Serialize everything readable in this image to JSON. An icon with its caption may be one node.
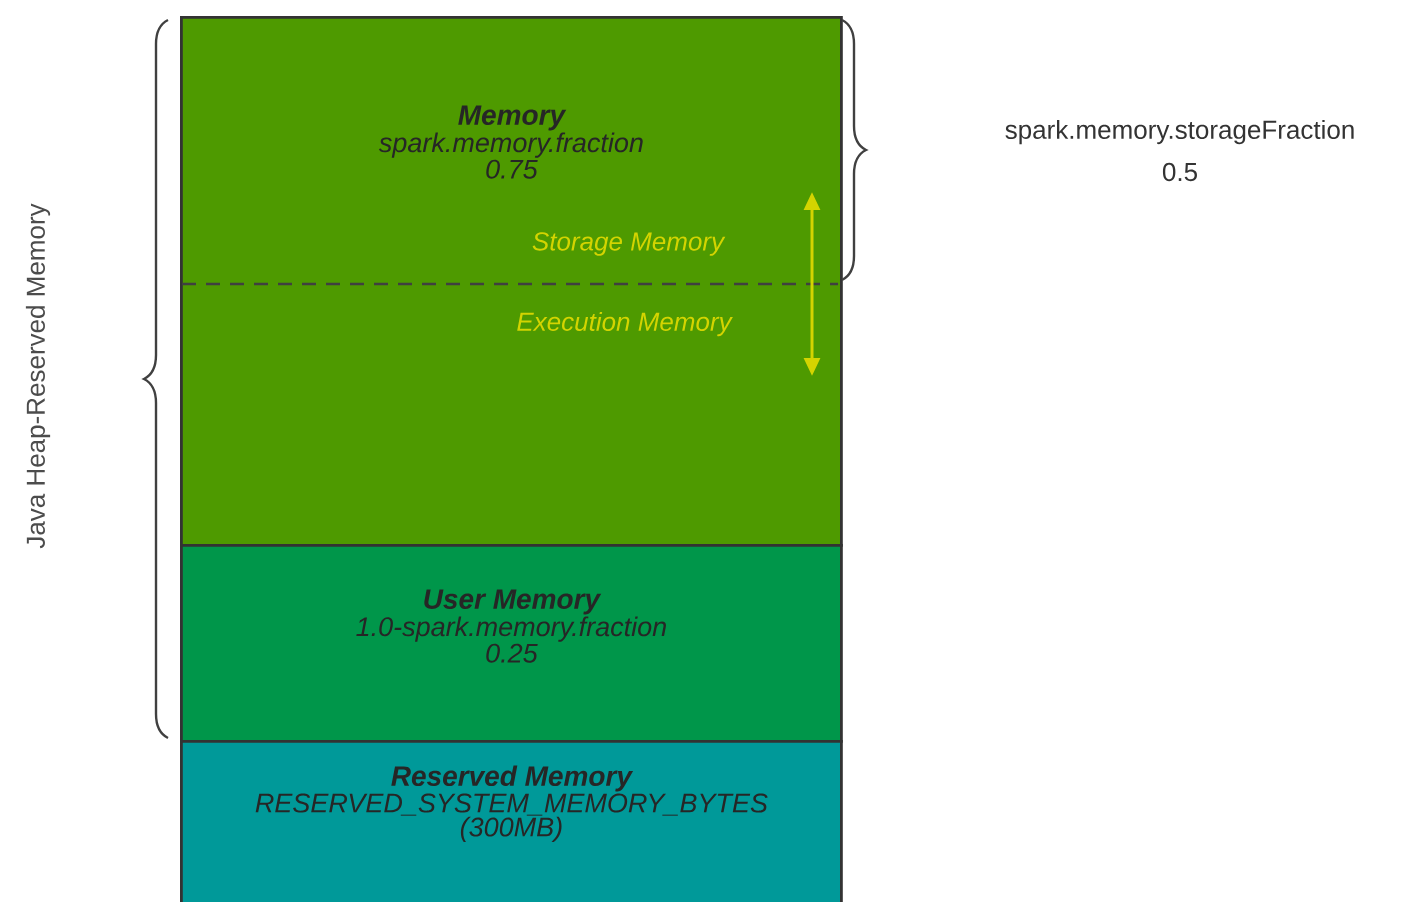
{
  "diagram": {
    "nodes": [
      {
        "text": [
          "Memory",
          "spark.memory.fraction",
          "0.75"
        ]
      },
      {
        "text": [
          "User Memory",
          "1.0-spark.memory.fraction",
          "0.25"
        ]
      },
      {
        "text": [
          "Reserved Memory",
          "RESERVED_SYSTEM_MEMORY_BYTES",
          "(300MB)"
        ]
      }
    ],
    "labels": [
      "spark.memory.storageFraction",
      "0.5",
      "Storage Memory",
      "Execution Memory",
      "Java Heap-Reserved Memory"
    ]
  }
}
